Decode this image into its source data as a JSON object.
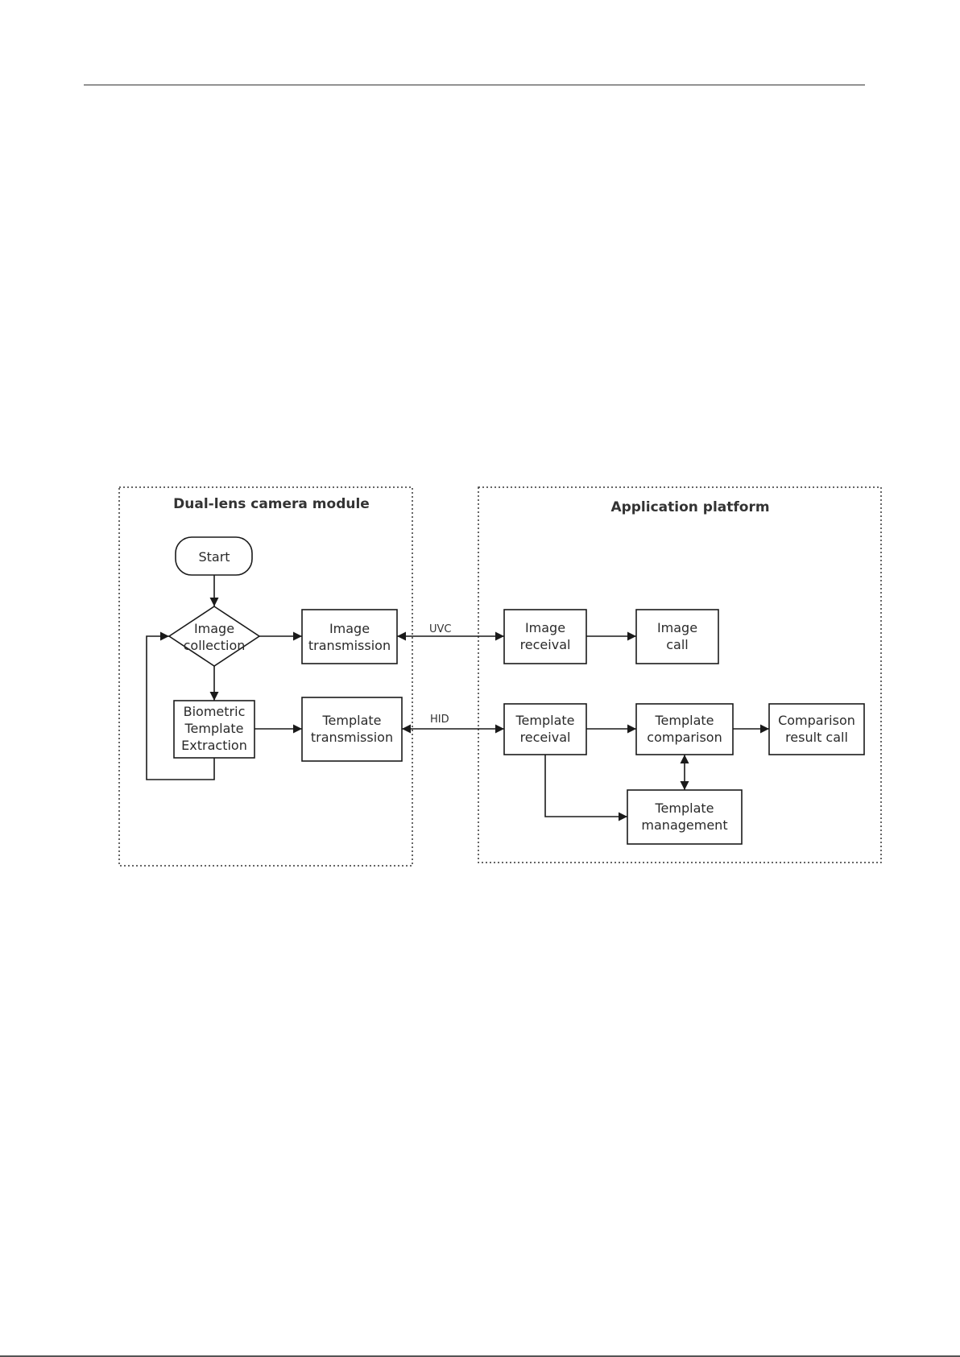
{
  "groups": {
    "camera": {
      "title": "Dual-lens camera module"
    },
    "platform": {
      "title": "Application platform"
    }
  },
  "nodes": {
    "start": {
      "lines": [
        "Start"
      ]
    },
    "image_collection": {
      "lines": [
        "Image",
        "collection"
      ]
    },
    "biometric": {
      "lines": [
        "Biometric",
        "Template",
        "Extraction"
      ]
    },
    "image_transmission": {
      "lines": [
        "Image",
        "transmission"
      ]
    },
    "template_transmission": {
      "lines": [
        "Template",
        "transmission"
      ]
    },
    "image_receival": {
      "lines": [
        "Image",
        "receival"
      ]
    },
    "image_call": {
      "lines": [
        "Image",
        "call"
      ]
    },
    "template_receival": {
      "lines": [
        "Template",
        "receival"
      ]
    },
    "template_comparison": {
      "lines": [
        "Template",
        "comparison"
      ]
    },
    "comparison_result": {
      "lines": [
        "Comparison",
        "result call"
      ]
    },
    "template_management": {
      "lines": [
        "Template",
        "management"
      ]
    }
  },
  "connections": {
    "uvc": "UVC",
    "hid": "HID"
  },
  "colors": {
    "stroke": "#1a1a1a",
    "text": "#2a2a2a"
  }
}
